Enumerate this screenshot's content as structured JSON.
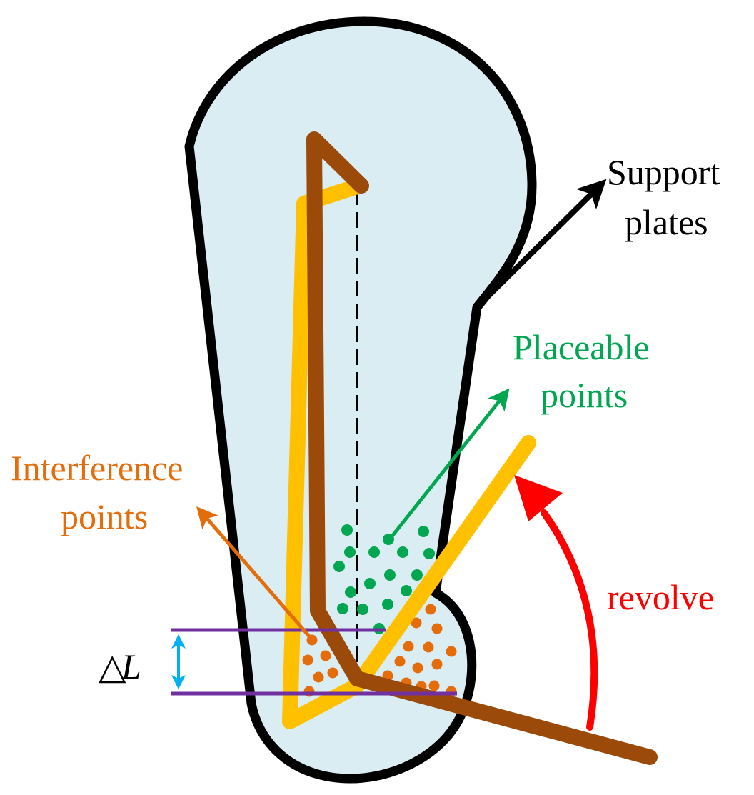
{
  "labels": {
    "support_line1": "Support",
    "support_line2": "plates",
    "placeable_line1": "Placeable",
    "placeable_line2": "points",
    "interference_line1": "Interference",
    "interference_line2": "points",
    "revolve": "revolve",
    "delta_symbol": "△",
    "delta_var": "L"
  },
  "colors": {
    "plate_fill": "#daedf3",
    "outline": "#000000",
    "yellow_bar": "#ffc000",
    "brown_bar": "#9c4a0a",
    "green": "#00a650",
    "orange": "#e46c0a",
    "red": "#ff0000",
    "purple": "#7030a0",
    "cyan": "#00b0f0"
  }
}
